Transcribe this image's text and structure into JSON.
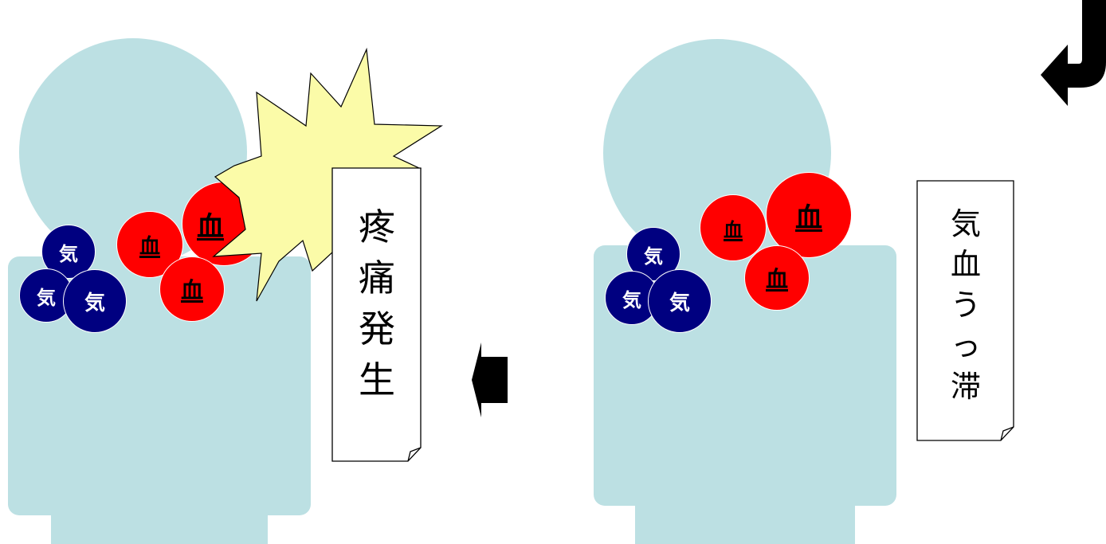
{
  "left_panel": {
    "callout_text": [
      "疼",
      "痛",
      "発",
      "生"
    ],
    "ki_labels": [
      "気",
      "気",
      "気"
    ],
    "ketsu_labels": [
      "血",
      "血",
      "血"
    ]
  },
  "right_panel": {
    "callout_text": [
      "気",
      "血",
      "う",
      "っ",
      "滞"
    ],
    "ki_labels": [
      "気",
      "気",
      "気"
    ],
    "ketsu_labels": [
      "血",
      "血",
      "血"
    ]
  },
  "colors": {
    "body": "#bce0e3",
    "ki": "#000080",
    "ketsu": "#ff0000",
    "burst": "#fbfba8"
  },
  "icons": {
    "flow_arrow": "arrow-left-icon",
    "return_arrow": "curved-return-arrow-icon",
    "pain_burst": "explosion-burst-icon"
  }
}
